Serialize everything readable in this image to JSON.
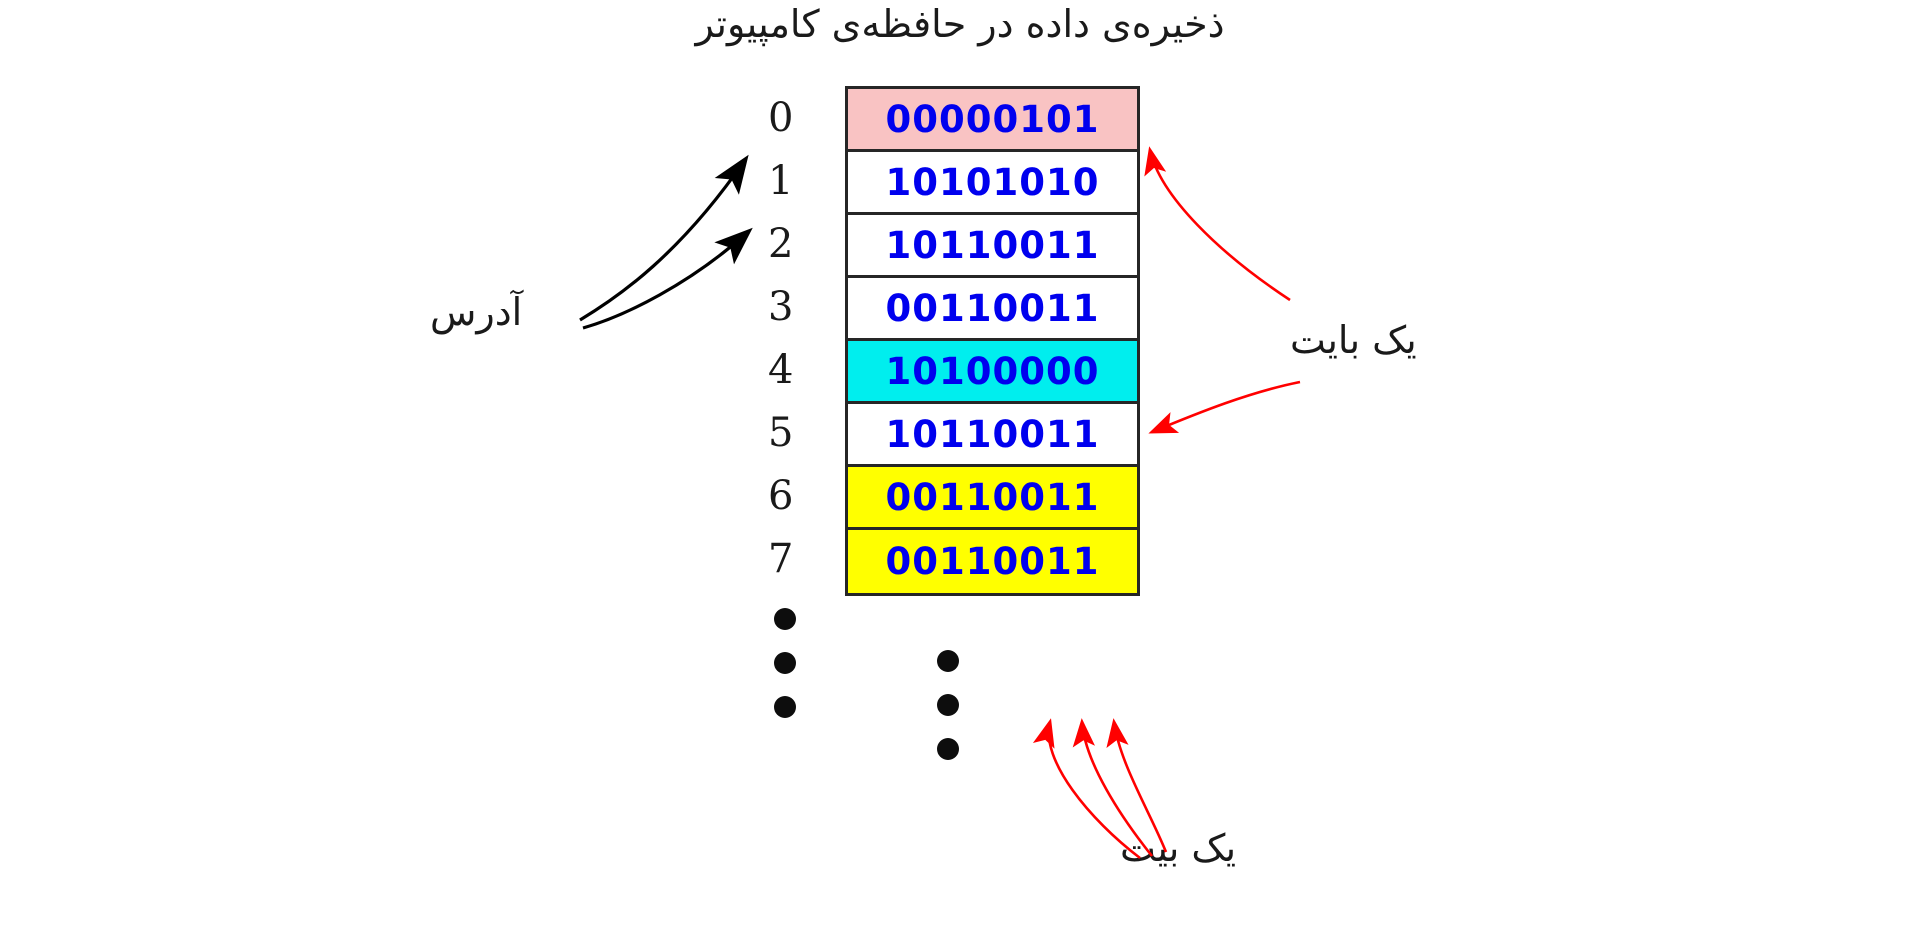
{
  "title": "ذخیره‌ی داده در حافظه‌ی کامپیوتر",
  "labels": {
    "address": "آدرس",
    "one_byte": "یک بایت",
    "one_bit": "یک بیت"
  },
  "colors": {
    "bit_text": "#0000ee",
    "cell_border": "#262626",
    "row_pink": "#f9c3c3",
    "row_cyan": "#00eeee",
    "row_yellow": "#ffff00",
    "row_white": "#ffffff",
    "address_text": "#1a1a1a",
    "black_arrow": "#000000",
    "red_arrow": "#ff0000",
    "background": "#ffffff"
  },
  "memory": {
    "address_column_header": "",
    "rows": [
      {
        "address": "0",
        "value": "00000101",
        "fill": "#f9c3c3"
      },
      {
        "address": "1",
        "value": "10101010",
        "fill": "#ffffff"
      },
      {
        "address": "2",
        "value": "10110011",
        "fill": "#ffffff"
      },
      {
        "address": "3",
        "value": "00110011",
        "fill": "#ffffff"
      },
      {
        "address": "4",
        "value": "10100000",
        "fill": "#00eeee"
      },
      {
        "address": "5",
        "value": "10110011",
        "fill": "#ffffff"
      },
      {
        "address": "6",
        "value": "00110011",
        "fill": "#ffff00"
      },
      {
        "address": "7",
        "value": "00110011",
        "fill": "#ffff00"
      }
    ],
    "continuation_dots_address_column": 3,
    "continuation_dots_value_column": 3
  },
  "annotations": [
    {
      "name": "address-pointer-row0",
      "target_row": "0",
      "arrow_color": "#000000"
    },
    {
      "name": "address-pointer-row1",
      "target_row": "1",
      "arrow_color": "#000000"
    },
    {
      "name": "byte-pointer-row0",
      "target_row": "0",
      "arrow_color": "#ff0000"
    },
    {
      "name": "byte-pointer-row4",
      "target_row": "4",
      "arrow_color": "#ff0000"
    },
    {
      "name": "bit-pointer-a",
      "target_row": "7",
      "arrow_color": "#ff0000"
    },
    {
      "name": "bit-pointer-b",
      "target_row": "7",
      "arrow_color": "#ff0000"
    },
    {
      "name": "bit-pointer-c",
      "target_row": "7",
      "arrow_color": "#ff0000"
    }
  ]
}
